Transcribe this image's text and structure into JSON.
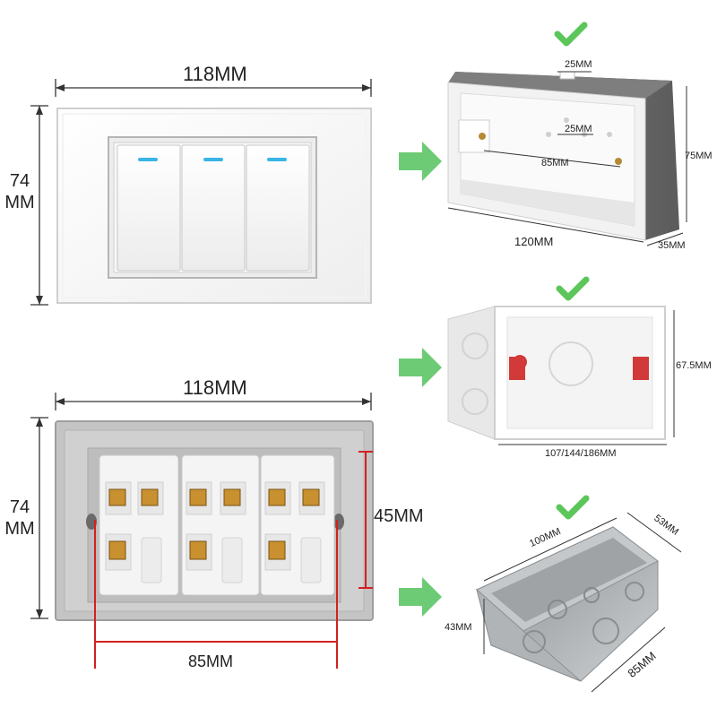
{
  "switch_front": {
    "width_label": "118MM",
    "height_value": "74",
    "height_unit": "MM",
    "gang_count": 3
  },
  "switch_back": {
    "width_label": "118MM",
    "height_value": "74",
    "height_unit": "MM",
    "mount_height_label": "45MM",
    "mount_width_label": "85MM"
  },
  "boxes": [
    {
      "name": "grey-back-box",
      "labels": {
        "top": "25MM",
        "screw_gap": "25MM",
        "screw_span": "85MM",
        "height": "75MM",
        "length": "120MM",
        "depth": "35MM"
      }
    },
    {
      "name": "white-back-box",
      "labels": {
        "height": "67.5MM",
        "length": "107/144/186MM"
      }
    },
    {
      "name": "metal-box",
      "labels": {
        "length": "100MM",
        "width": "53MM",
        "height": "43MM",
        "bottom": "85MM"
      }
    }
  ],
  "colors": {
    "check": "#5cc65a",
    "arrow": "#6ccb74",
    "dimension_red": "#d42020",
    "indicator": "#3ab5e6",
    "plate_gray": "#c9c9c9",
    "box_gray": "#6f6f6f",
    "metal": "#b8bcbf"
  }
}
